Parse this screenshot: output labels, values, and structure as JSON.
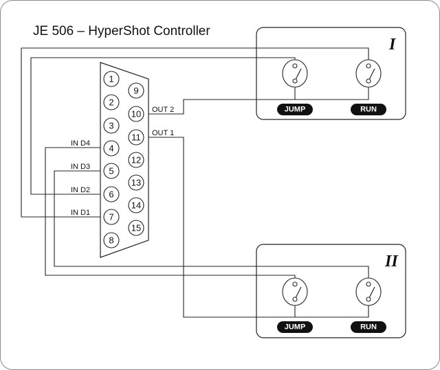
{
  "title": "JE 506 – HyperShot Controller",
  "connector": {
    "pins": [
      "1",
      "2",
      "3",
      "4",
      "5",
      "6",
      "7",
      "8",
      "9",
      "10",
      "11",
      "12",
      "13",
      "14",
      "15"
    ]
  },
  "signals": {
    "out2": "OUT 2",
    "out1": "OUT 1",
    "in_d4": "IN D4",
    "in_d3": "IN D3",
    "in_d2": "IN D2",
    "in_d1": "IN D1"
  },
  "players": [
    {
      "numeral": "I",
      "buttons": [
        "JUMP",
        "RUN"
      ]
    },
    {
      "numeral": "II",
      "buttons": [
        "JUMP",
        "RUN"
      ]
    }
  ]
}
